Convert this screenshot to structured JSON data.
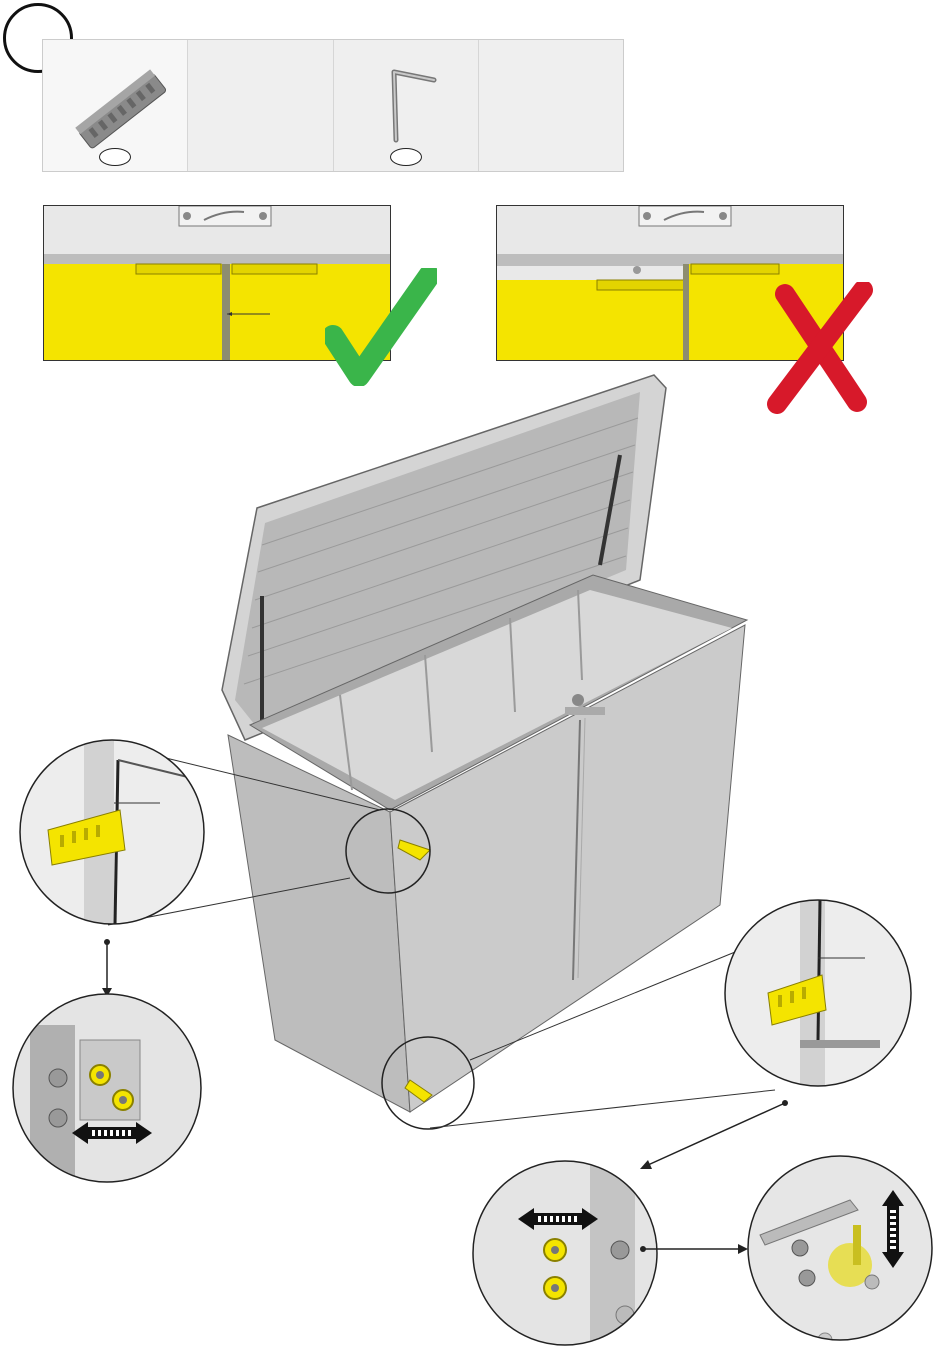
{
  "page": {
    "step_number": "",
    "parts": [
      {
        "name": "spacer-gauge",
        "quantity": ""
      },
      {
        "name": "empty",
        "quantity": ""
      },
      {
        "name": "allen-key",
        "quantity": ""
      },
      {
        "name": "empty",
        "quantity": ""
      }
    ],
    "comparison": {
      "correct": {
        "symbol": "✓",
        "color": "#3ab54a"
      },
      "wrong": {
        "symbol": "✗",
        "color": "#d7192a"
      }
    },
    "colors": {
      "door_yellow": "#f4e400",
      "frame_grey": "#d9d9d9",
      "box_grey": "#c8c8c8",
      "outline": "#222222"
    },
    "icons": [
      "check-mark-icon",
      "cross-mark-icon",
      "double-arrow-horizontal-icon",
      "double-arrow-vertical-icon"
    ]
  }
}
